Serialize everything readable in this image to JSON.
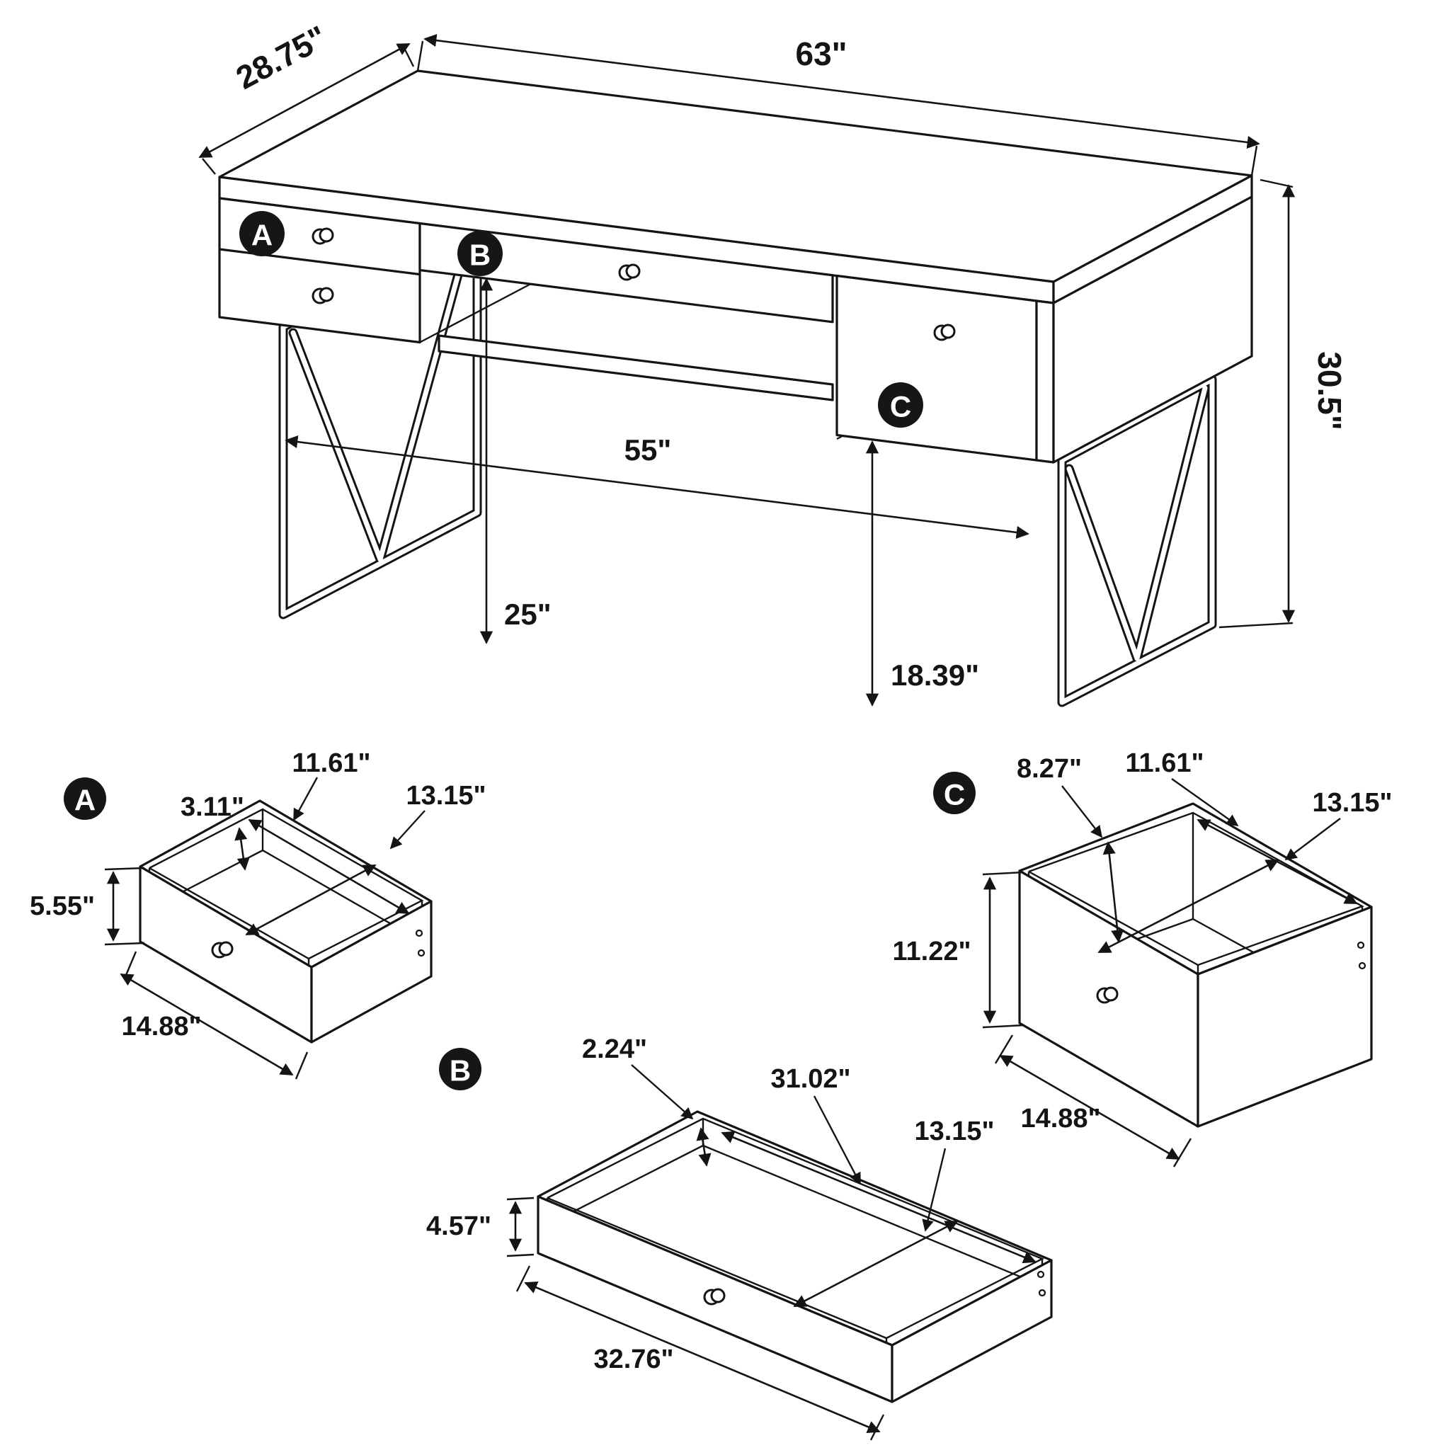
{
  "diagram": {
    "desk": {
      "label_a": "A",
      "label_b": "B",
      "label_c": "C",
      "dim_width": "63\"",
      "dim_depth": "28.75\"",
      "dim_height": "30.5\"",
      "dim_leg_span": "55\"",
      "dim_knee_clearance": "25\"",
      "dim_drawer_c_clearance": "18.39\""
    },
    "drawer_a": {
      "label": "A",
      "dim_inner_height": "3.11\"",
      "dim_inner_width": "11.61\"",
      "dim_inner_depth": "13.15\"",
      "dim_front_height": "5.55\"",
      "dim_front_width": "14.88\""
    },
    "drawer_b": {
      "label": "B",
      "dim_inner_height": "2.24\"",
      "dim_inner_width": "31.02\"",
      "dim_inner_depth": "13.15\"",
      "dim_front_height": "4.57\"",
      "dim_front_width": "32.76\""
    },
    "drawer_c": {
      "label": "C",
      "dim_inner_height": "8.27\"",
      "dim_inner_width": "11.61\"",
      "dim_inner_depth": "13.15\"",
      "dim_front_height": "11.22\"",
      "dim_front_width": "14.88\""
    }
  }
}
